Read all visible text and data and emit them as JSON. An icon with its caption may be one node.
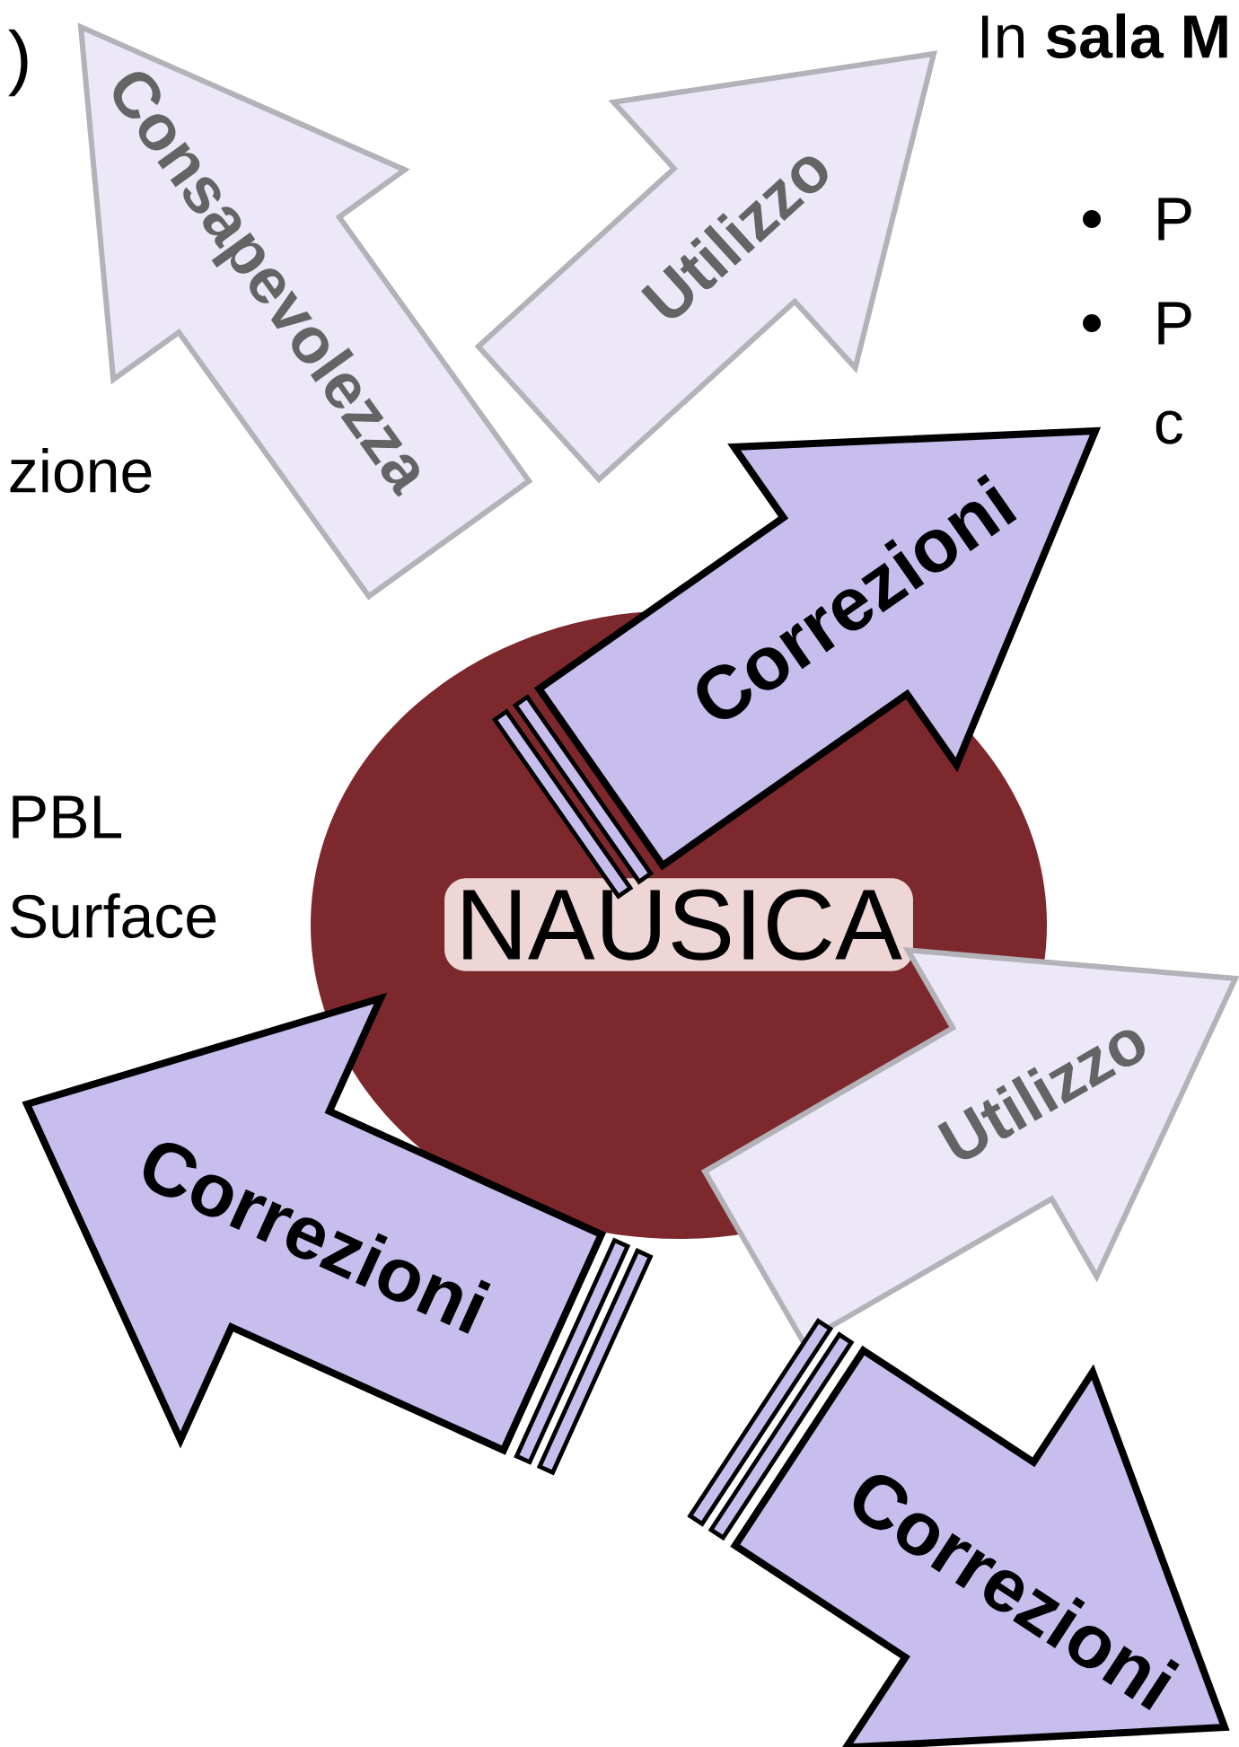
{
  "diagram": {
    "nodes": [
      {
        "text": [
          "Consapevolezza"
        ]
      },
      {
        "text": [
          "Utilizzo"
        ]
      },
      {
        "text": [
          "NAUSICA"
        ]
      },
      {
        "text": [
          "Utilizzo"
        ]
      },
      {
        "text": [
          "Correzioni"
        ]
      },
      {
        "text": [
          "Correzioni"
        ]
      },
      {
        "text": [
          "Correzioni"
        ]
      }
    ],
    "labels": [
      ")",
      "zione",
      "PBL",
      "Surface",
      "In **sala M**",
      "P",
      "P",
      "c"
    ]
  }
}
